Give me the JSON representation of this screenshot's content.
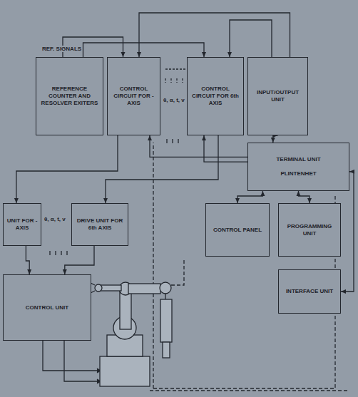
{
  "diagram": {
    "nodes": [
      {
        "text": [
          "REFERENCE COUNTER AND RESOLVER EXITERS"
        ]
      },
      {
        "text": [
          "CONTROL CIRCUIT FOR -AXIS"
        ]
      },
      {
        "text": [
          "CONTROL CIRCUIT FOR 6th AXIS"
        ]
      },
      {
        "text": [
          "INPUT/OUTPUT UNIT"
        ]
      },
      {
        "text": [
          "TERMINAL UNIT",
          "PLINTENHET"
        ]
      },
      {
        "text": [
          "UNIT FOR -AXIS"
        ]
      },
      {
        "text": [
          "DRIVE UNIT FOR 6th AXIS"
        ]
      },
      {
        "text": [
          "CONTROL PANEL"
        ]
      },
      {
        "text": [
          "PROGRAMMING UNIT"
        ]
      },
      {
        "text": [
          "CONTROL UNIT"
        ]
      },
      {
        "text": [
          "INTERFACE UNIT"
        ]
      }
    ],
    "edges": [
      {
        "from": 0,
        "to": 1,
        "arrow": "to"
      },
      {
        "from": 0,
        "to": 2,
        "arrow": "to"
      },
      {
        "from": 3,
        "to": 1,
        "arrow": "to"
      },
      {
        "from": 3,
        "to": 2,
        "arrow": "to"
      },
      {
        "from": 3,
        "to": 4,
        "arrow": "both"
      },
      {
        "from": 4,
        "to": 1,
        "arrow": "to"
      },
      {
        "from": 4,
        "to": 2,
        "arrow": "to"
      },
      {
        "from": 1,
        "to": 5,
        "arrow": "to"
      },
      {
        "from": 2,
        "to": 6,
        "arrow": "to"
      },
      {
        "from": 5,
        "to": 9,
        "arrow": "to"
      },
      {
        "from": 6,
        "to": 9,
        "arrow": "to"
      },
      {
        "from": 4,
        "to": 7,
        "arrow": "both"
      },
      {
        "from": 4,
        "to": 8,
        "arrow": "both"
      },
      {
        "from": 4,
        "to": 10,
        "arrow": "both"
      }
    ],
    "labels": [
      "REF. SIGNALS",
      "θ, α, t, v",
      "θ, α, t, v"
    ]
  }
}
